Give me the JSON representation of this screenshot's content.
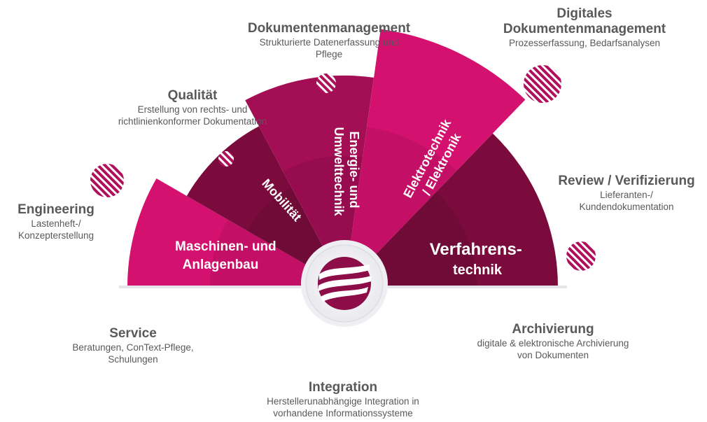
{
  "segments": {
    "maschinen": [
      "Maschinen- und",
      "Anlagenbau"
    ],
    "mobilitaet": "Mobilität",
    "energie": [
      "Energie- und",
      "Umwelttechnik"
    ],
    "elektro": [
      "Elektrotechnik",
      "/ Elektronik"
    ],
    "verfahren": [
      "Verfahrens-",
      "technik"
    ]
  },
  "labels": {
    "dokumentenmanagement": {
      "title": "Dokumentenmanagement",
      "desc": [
        "Strukturierte Datenerfassung und",
        "Pflege"
      ]
    },
    "digitales": {
      "title": [
        "Digitales",
        "Dokumentenmanagement"
      ],
      "desc": [
        "Prozesserfassung,  Bedarfsanalysen"
      ]
    },
    "qualitaet": {
      "title": "Qualität",
      "desc": [
        "Erstellung von rechts- und",
        "richtlinienkonformer Dokumentation"
      ]
    },
    "review": {
      "title": "Review / Verifizierung",
      "desc": [
        "Lieferanten-/",
        "Kundendokumentation"
      ]
    },
    "engineering": {
      "title": "Engineering",
      "desc": [
        "Lastenheft-/",
        "Konzepterstellung"
      ]
    },
    "service": {
      "title": "Service",
      "desc": [
        "Beratungen, ConText-Pflege,",
        "Schulungen"
      ]
    },
    "archivierung": {
      "title": "Archivierung",
      "desc": [
        "digitale & elektronische Archivierung",
        "von Dokumenten"
      ]
    },
    "integration": {
      "title": "Integration",
      "desc": [
        "Herstellerunabhängige Integration in",
        "vorhandene Informationssysteme"
      ]
    }
  },
  "colors": {
    "magenta": "#d4116e",
    "dark_magenta": "#7a0b3c",
    "mid_magenta": "#a30e55",
    "text": "#595959"
  },
  "icons": [
    "hatched-circle-icon",
    "center-logo-icon"
  ]
}
